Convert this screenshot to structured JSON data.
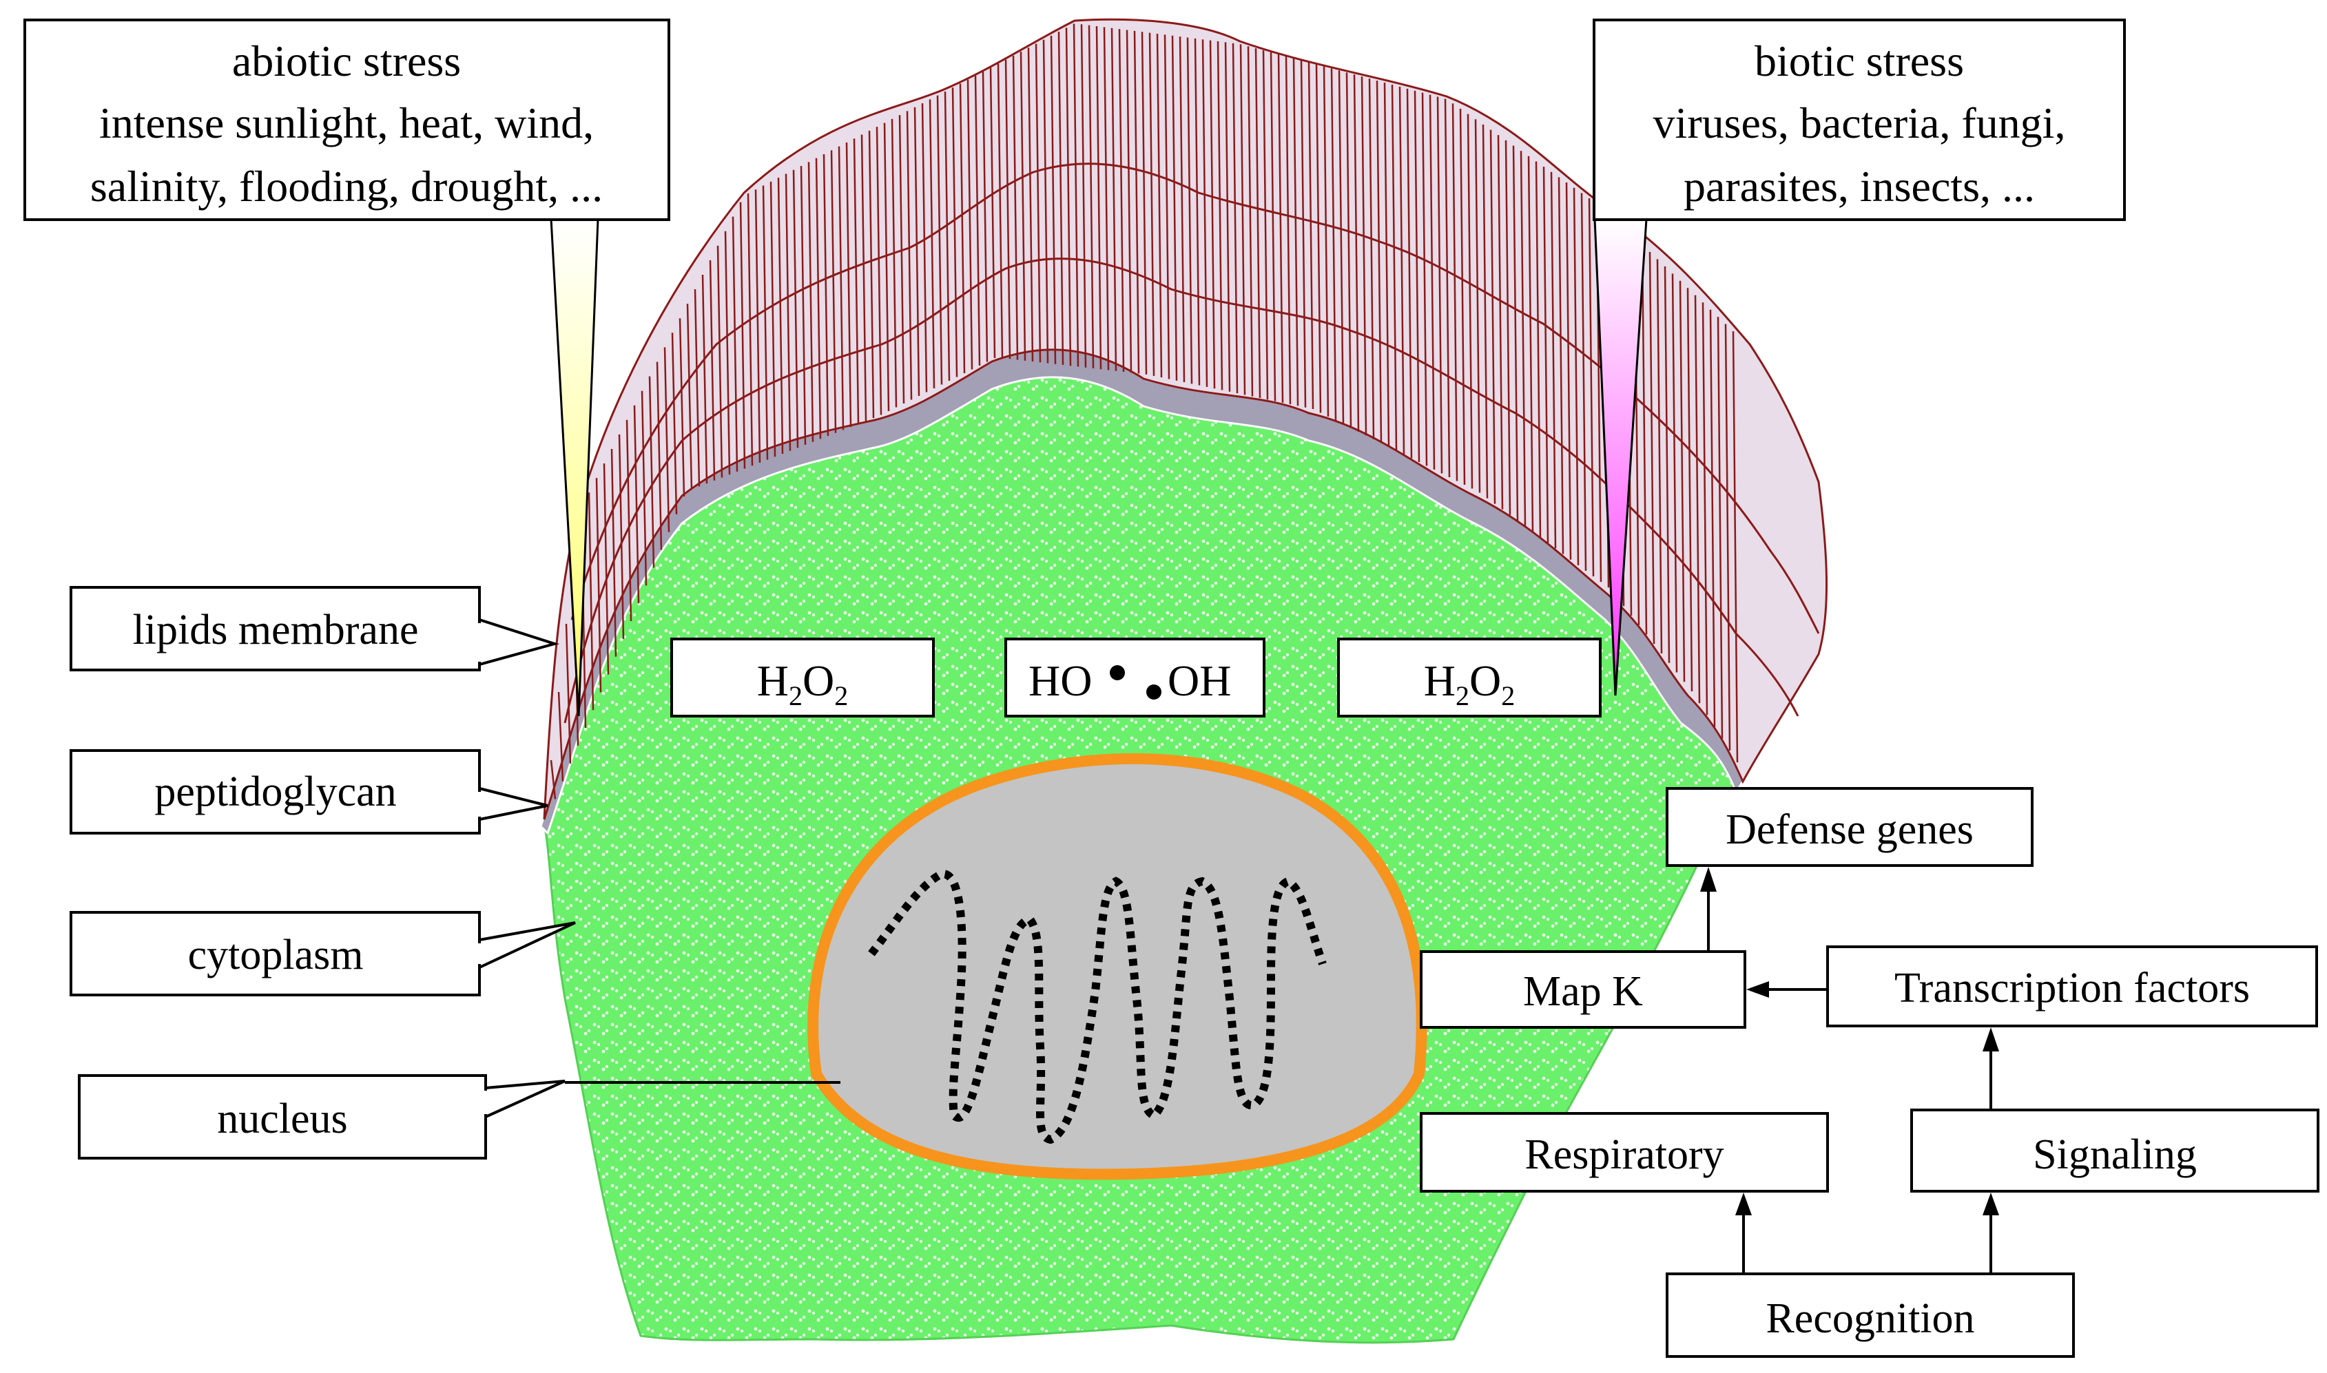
{
  "stress": {
    "abiotic": {
      "title": "abiotic stress",
      "line1": "intense sunlight, heat, wind,",
      "line2": "salinity, flooding, drought, ..."
    },
    "biotic": {
      "title": "biotic stress",
      "line1": "viruses, bacteria, fungi,",
      "line2": "parasites, insects, ..."
    }
  },
  "structures": {
    "lipids_membrane": "lipids membrane",
    "peptidoglycan": "peptidoglycan",
    "cytoplasm": "cytoplasm",
    "nucleus": "nucleus"
  },
  "species": {
    "left": {
      "main": "H",
      "sub1": "2",
      "mid": "O",
      "sub2": "2"
    },
    "center": {
      "left": "HO",
      "right": "OH"
    },
    "right": {
      "main": "H",
      "sub1": "2",
      "mid": "O",
      "sub2": "2"
    }
  },
  "pathway": {
    "defense_genes": "Defense genes",
    "map_k": "Map K",
    "transcription_factors": "Transcription factors",
    "respiratory": "Respiratory",
    "signaling": "Signaling",
    "recognition": "Recognition"
  },
  "colors": {
    "membrane_stroke": "#8b1a1a",
    "membrane_fill": "#e8dde8",
    "peptidoglycan": "#a39fb4",
    "cytoplasm": "#6af06a",
    "nucleus_fill": "#c4c4c4",
    "nucleus_border": "#f7941d",
    "abiotic_beam": "#ffff99",
    "biotic_beam": "#ff55ff"
  }
}
